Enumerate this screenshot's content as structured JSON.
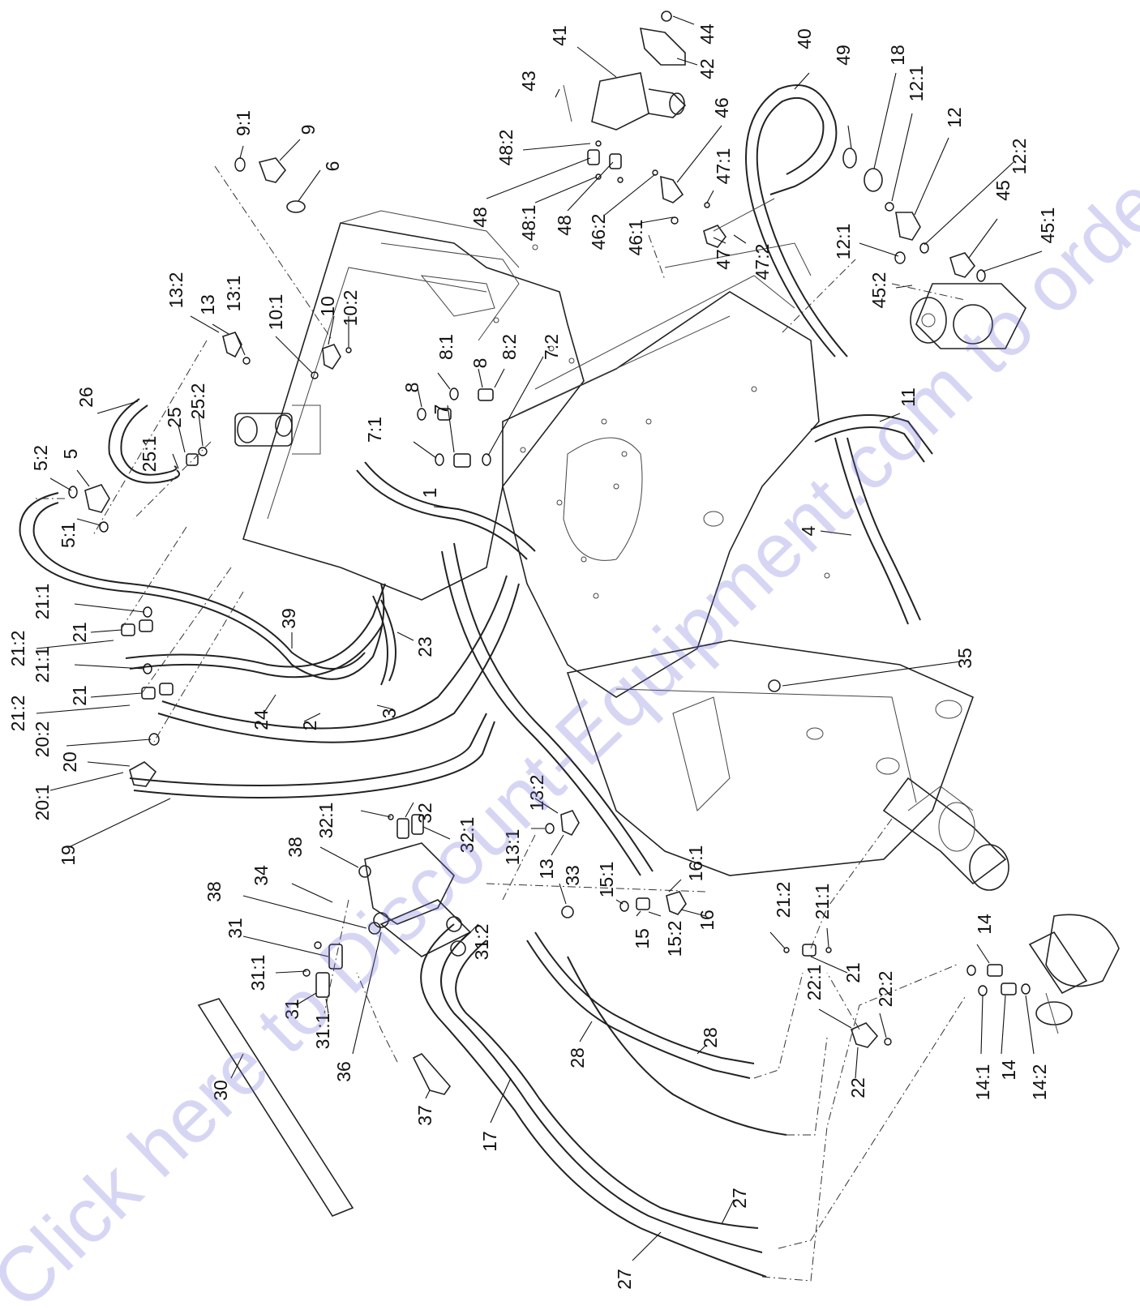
{
  "watermark": "Click here to Discount-Equipment.com to order your parts",
  "callouts": [
    {
      "id": "c44",
      "text": "44"
    },
    {
      "id": "c41",
      "text": "41"
    },
    {
      "id": "c42",
      "text": "42"
    },
    {
      "id": "c40",
      "text": "40"
    },
    {
      "id": "c49",
      "text": "49"
    },
    {
      "id": "c18",
      "text": "18"
    },
    {
      "id": "c12_1a",
      "text": "12:1"
    },
    {
      "id": "c12",
      "text": "12"
    },
    {
      "id": "c12_2",
      "text": "12:2"
    },
    {
      "id": "c45",
      "text": "45"
    },
    {
      "id": "c45_1",
      "text": "45:1"
    },
    {
      "id": "c43",
      "text": "43"
    },
    {
      "id": "c46",
      "text": "46"
    },
    {
      "id": "c48_2",
      "text": "48:2"
    },
    {
      "id": "c47_1",
      "text": "47:1"
    },
    {
      "id": "c48a",
      "text": "48"
    },
    {
      "id": "c48_1",
      "text": "48:1"
    },
    {
      "id": "c48b",
      "text": "48"
    },
    {
      "id": "c46_2",
      "text": "46:2"
    },
    {
      "id": "c46_1",
      "text": "46:1"
    },
    {
      "id": "c47",
      "text": "47"
    },
    {
      "id": "c47_2",
      "text": "47:2"
    },
    {
      "id": "c12_1b",
      "text": "12:1"
    },
    {
      "id": "c45_2",
      "text": "45:2"
    },
    {
      "id": "c9_1",
      "text": "9:1"
    },
    {
      "id": "c9",
      "text": "9"
    },
    {
      "id": "c6",
      "text": "6"
    },
    {
      "id": "c13_2a",
      "text": "13:2"
    },
    {
      "id": "c13a",
      "text": "13"
    },
    {
      "id": "c13_1a",
      "text": "13:1"
    },
    {
      "id": "c10_1",
      "text": "10:1"
    },
    {
      "id": "c10",
      "text": "10"
    },
    {
      "id": "c10_2",
      "text": "10:2"
    },
    {
      "id": "c8_1",
      "text": "8:1"
    },
    {
      "id": "c8a",
      "text": "8"
    },
    {
      "id": "c8_2",
      "text": "8:2"
    },
    {
      "id": "c7_2",
      "text": "7:2"
    },
    {
      "id": "c8b",
      "text": "8"
    },
    {
      "id": "c7",
      "text": "7"
    },
    {
      "id": "c7_1",
      "text": "7:1"
    },
    {
      "id": "c26",
      "text": "26"
    },
    {
      "id": "c25",
      "text": "25"
    },
    {
      "id": "c25_1",
      "text": "25:1"
    },
    {
      "id": "c25_2",
      "text": "25:2"
    },
    {
      "id": "c11",
      "text": "11"
    },
    {
      "id": "c5_2",
      "text": "5:2"
    },
    {
      "id": "c5",
      "text": "5"
    },
    {
      "id": "c5_1",
      "text": "5:1"
    },
    {
      "id": "c1",
      "text": "1"
    },
    {
      "id": "c4",
      "text": "4"
    },
    {
      "id": "c21_1a",
      "text": "21:1"
    },
    {
      "id": "c21a",
      "text": "21"
    },
    {
      "id": "c21_2a",
      "text": "21:2"
    },
    {
      "id": "c39",
      "text": "39"
    },
    {
      "id": "c23",
      "text": "23"
    },
    {
      "id": "c35",
      "text": "35"
    },
    {
      "id": "c21_1b",
      "text": "21:1"
    },
    {
      "id": "c21b",
      "text": "21"
    },
    {
      "id": "c21_2b",
      "text": "21:2"
    },
    {
      "id": "c24",
      "text": "24"
    },
    {
      "id": "c2",
      "text": "2"
    },
    {
      "id": "c3",
      "text": "3"
    },
    {
      "id": "c20_2",
      "text": "20:2"
    },
    {
      "id": "c20",
      "text": "20"
    },
    {
      "id": "c20_1",
      "text": "20:1"
    },
    {
      "id": "c19",
      "text": "19"
    },
    {
      "id": "c32_1a",
      "text": "32:1"
    },
    {
      "id": "c32",
      "text": "32"
    },
    {
      "id": "c32_1b",
      "text": "32:1"
    },
    {
      "id": "c13_2b",
      "text": "13:2"
    },
    {
      "id": "c13_1b",
      "text": "13:1"
    },
    {
      "id": "c13b",
      "text": "13"
    },
    {
      "id": "c38a",
      "text": "38"
    },
    {
      "id": "c34",
      "text": "34"
    },
    {
      "id": "c33",
      "text": "33"
    },
    {
      "id": "c16_1",
      "text": "16:1"
    },
    {
      "id": "c15_1",
      "text": "15:1"
    },
    {
      "id": "c15",
      "text": "15"
    },
    {
      "id": "c15_2",
      "text": "15:2"
    },
    {
      "id": "c16",
      "text": "16"
    },
    {
      "id": "c38b",
      "text": "38"
    },
    {
      "id": "c31a",
      "text": "31"
    },
    {
      "id": "c31_2",
      "text": "31:2"
    },
    {
      "id": "c21_2c",
      "text": "21:2"
    },
    {
      "id": "c21_1c",
      "text": "21:1"
    },
    {
      "id": "c21c",
      "text": "21"
    },
    {
      "id": "c14a",
      "text": "14"
    },
    {
      "id": "c31_1a",
      "text": "31:1"
    },
    {
      "id": "c31b",
      "text": "31"
    },
    {
      "id": "c31_1b",
      "text": "31:1"
    },
    {
      "id": "c28a",
      "text": "28"
    },
    {
      "id": "c28b",
      "text": "28"
    },
    {
      "id": "c22_1",
      "text": "22:1"
    },
    {
      "id": "c22_2",
      "text": "22:2"
    },
    {
      "id": "c22",
      "text": "22"
    },
    {
      "id": "c14_1",
      "text": "14:1"
    },
    {
      "id": "c14b",
      "text": "14"
    },
    {
      "id": "c14_2",
      "text": "14:2"
    },
    {
      "id": "c30",
      "text": "30"
    },
    {
      "id": "c36",
      "text": "36"
    },
    {
      "id": "c37",
      "text": "37"
    },
    {
      "id": "c17",
      "text": "17"
    },
    {
      "id": "c27a",
      "text": "27"
    },
    {
      "id": "c27b",
      "text": "27"
    }
  ]
}
